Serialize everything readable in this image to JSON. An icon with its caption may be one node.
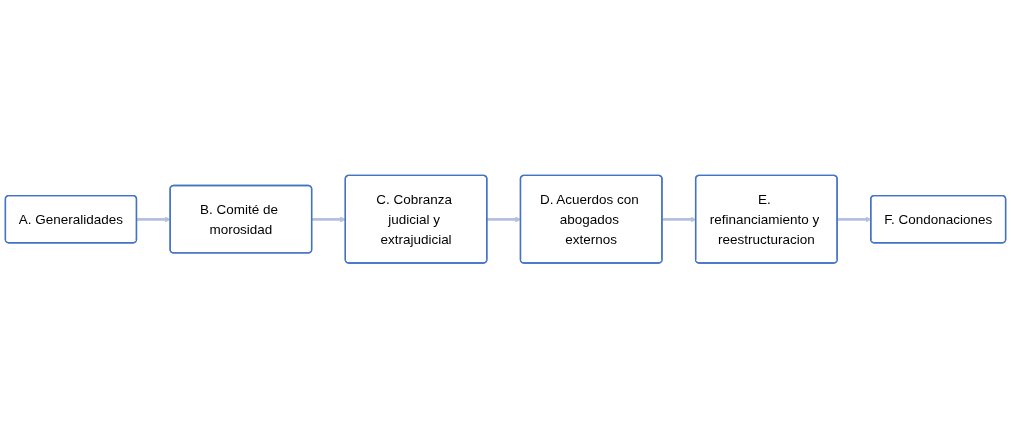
{
  "diagram": {
    "nodes": [
      {
        "text": [
          "A. Generalidades"
        ]
      },
      {
        "text": [
          "B. Comité de morosidad"
        ]
      },
      {
        "text": [
          "C. Cobranza judicial y extrajudicial"
        ]
      },
      {
        "text": [
          "D. Acuerdos con abogados externos"
        ]
      },
      {
        "text": [
          "E. refinanciamiento y reestructuracion"
        ]
      },
      {
        "text": [
          "F. Condonaciones"
        ]
      }
    ],
    "edges": [
      {
        "from": 0,
        "to": 1,
        "arrow": "to"
      },
      {
        "from": 1,
        "to": 2,
        "arrow": "to"
      },
      {
        "from": 2,
        "to": 3,
        "arrow": "to"
      },
      {
        "from": 3,
        "to": 4,
        "arrow": "to"
      },
      {
        "from": 4,
        "to": 5,
        "arrow": "to"
      }
    ]
  }
}
